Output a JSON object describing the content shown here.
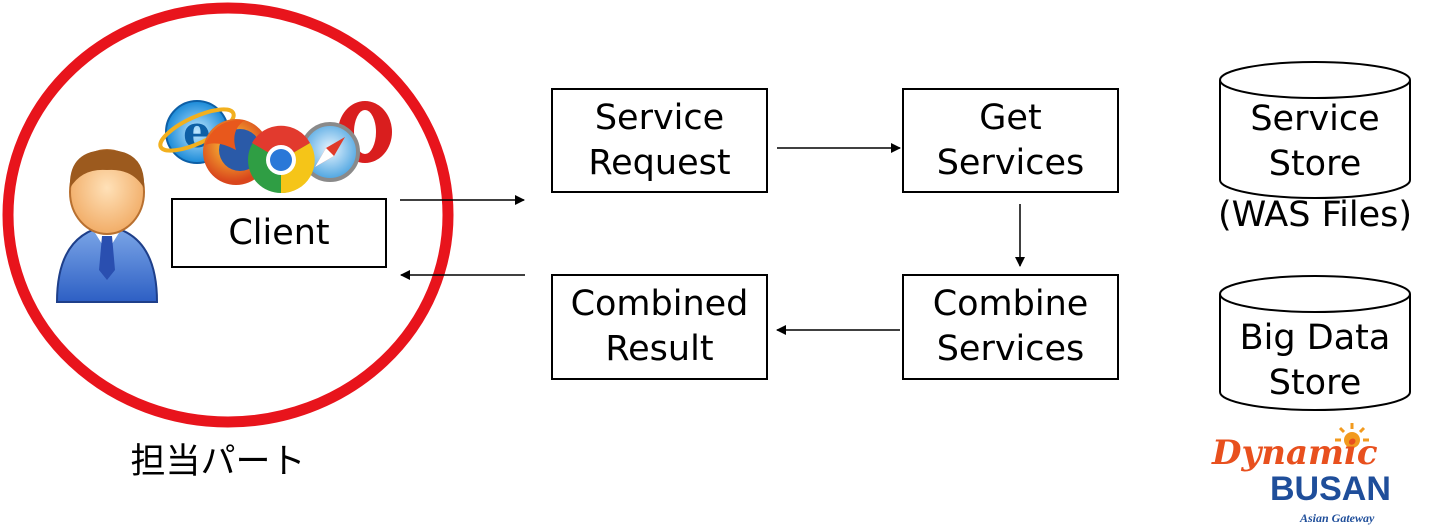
{
  "client": {
    "label": "Client",
    "caption": "担当パート"
  },
  "boxes": {
    "service_request": "Service\nRequest",
    "get_services": "Get\nServices",
    "combine_services": "Combine\nServices",
    "combined_result": "Combined\nResult"
  },
  "stores": {
    "service_store": "Service\nStore",
    "service_store_note": "(WAS Files)",
    "big_data_store": "Big Data\nStore"
  },
  "logo": {
    "line1": "Dynamic",
    "line2": "BUSAN",
    "line3": "Asian Gateway"
  },
  "colors": {
    "highlight_circle": "#e8141c",
    "logo_orange": "#e8501e",
    "logo_blue": "#1f4e9a"
  }
}
